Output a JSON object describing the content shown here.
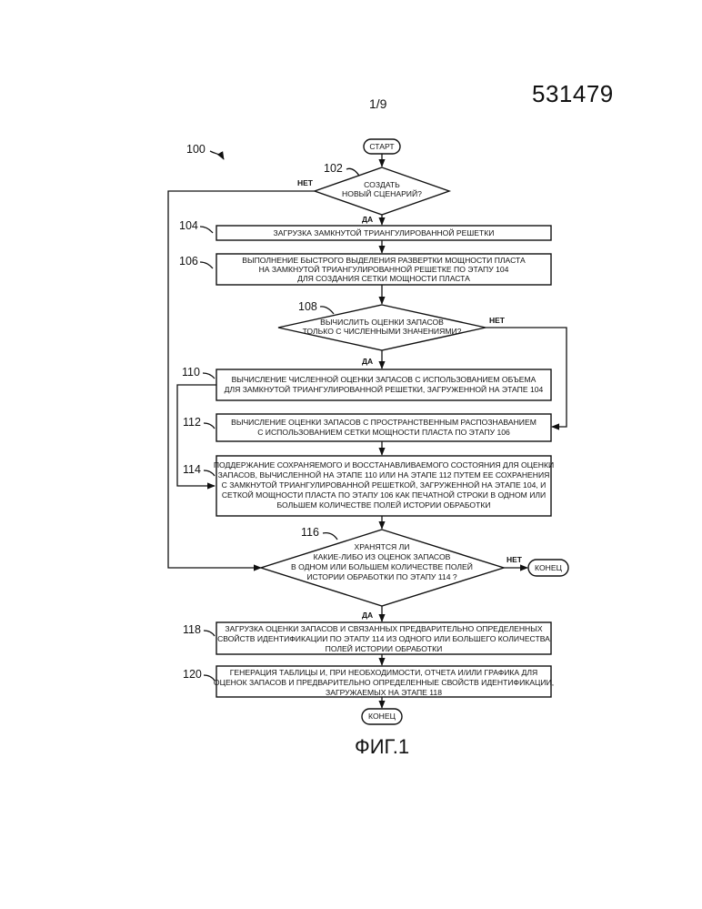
{
  "header": {
    "document_number": "531479",
    "sheet": "1/9"
  },
  "figure": {
    "ref": "100",
    "caption": "ФИГ.1",
    "start": "СТАРТ",
    "end_1": "КОНЕЦ",
    "end_2": "КОНЕЦ",
    "yes": "ДА",
    "no": "НЕТ",
    "steps": {
      "s102": {
        "num": "102",
        "lines": [
          "СОЗДАТЬ",
          "НОВЫЙ СЦЕНАРИЙ?"
        ]
      },
      "s104": {
        "num": "104",
        "lines": [
          "ЗАГРУЗКА ЗАМКНУТОЙ ТРИАНГУЛИРОВАННОЙ РЕШЕТКИ"
        ]
      },
      "s106": {
        "num": "106",
        "lines": [
          "ВЫПОЛНЕНИЕ БЫСТРОГО ВЫДЕЛЕНИЯ РАЗВЕРТКИ МОЩНОСТИ ПЛАСТА",
          "НА ЗАМКНУТОЙ ТРИАНГУЛИРОВАННОЙ РЕШЕТКЕ ПО ЭТАПУ 104",
          "ДЛЯ СОЗДАНИЯ СЕТКИ МОЩНОСТИ ПЛАСТА"
        ]
      },
      "s108": {
        "num": "108",
        "lines": [
          "ВЫЧИСЛИТЬ ОЦЕНКИ ЗАПАСОВ",
          "ТОЛЬКО С ЧИСЛЕННЫМИ ЗНАЧЕНИЯМИ?"
        ]
      },
      "s110": {
        "num": "110",
        "lines": [
          "ВЫЧИСЛЕНИЕ ЧИСЛЕННОЙ ОЦЕНКИ ЗАПАСОВ С ИСПОЛЬЗОВАНИЕМ ОБЪЕМА",
          "ДЛЯ ЗАМКНУТОЙ ТРИАНГУЛИРОВАННОЙ РЕШЕТКИ, ЗАГРУЖЕННОЙ НА ЭТАПЕ 104"
        ]
      },
      "s112": {
        "num": "112",
        "lines": [
          "ВЫЧИСЛЕНИЕ ОЦЕНКИ ЗАПАСОВ С ПРОСТРАНСТВЕННЫМ РАСПОЗНАВАНИЕМ",
          "С ИСПОЛЬЗОВАНИЕМ СЕТКИ МОЩНОСТИ ПЛАСТА ПО ЭТАПУ 106"
        ]
      },
      "s114": {
        "num": "114",
        "lines": [
          "ПОДДЕРЖАНИЕ СОХРАНЯЕМОГО И ВОССТАНАВЛИВАЕМОГО СОСТОЯНИЯ ДЛЯ ОЦЕНКИ",
          "ЗАПАСОВ, ВЫЧИСЛЕННОЙ НА ЭТАПЕ 110 ИЛИ НА ЭТАПЕ 112 ПУТЕМ ЕЕ СОХРАНЕНИЯ",
          "С ЗАМКНУТОЙ ТРИАНГУЛИРОВАННОЙ РЕШЕТКОЙ, ЗАГРУЖЕННОЙ НА ЭТАПЕ 104, И",
          "СЕТКОЙ МОЩНОСТИ ПЛАСТА ПО ЭТАПУ 106 КАК ПЕЧАТНОЙ СТРОКИ В ОДНОМ ИЛИ",
          "БОЛЬШЕМ КОЛИЧЕСТВЕ ПОЛЕЙ ИСТОРИИ ОБРАБОТКИ"
        ]
      },
      "s116": {
        "num": "116",
        "lines": [
          "ХРАНЯТСЯ ЛИ",
          "КАКИЕ-ЛИБО ИЗ ОЦЕНОК ЗАПАСОВ",
          "В ОДНОМ ИЛИ БОЛЬШЕМ КОЛИЧЕСТВЕ ПОЛЕЙ",
          "ИСТОРИИ ОБРАБОТКИ ПО ЭТАПУ 114 ?"
        ]
      },
      "s118": {
        "num": "118",
        "lines": [
          "ЗАГРУЗКА ОЦЕНКИ ЗАПАСОВ И СВЯЗАННЫХ ПРЕДВАРИТЕЛЬНО ОПРЕДЕЛЕННЫХ",
          "СВОЙСТВ ИДЕНТИФИКАЦИИ ПО ЭТАПУ 114 ИЗ ОДНОГО ИЛИ БОЛЬШЕГО КОЛИЧЕСТВА",
          "ПОЛЕЙ ИСТОРИИ ОБРАБОТКИ"
        ]
      },
      "s120": {
        "num": "120",
        "lines": [
          "ГЕНЕРАЦИЯ ТАБЛИЦЫ И, ПРИ НЕОБХОДИМОСТИ, ОТЧЕТА И/ИЛИ ГРАФИКА ДЛЯ",
          "ОЦЕНОК ЗАПАСОВ И ПРЕДВАРИТЕЛЬНО ОПРЕДЕЛЕННЫЕ СВОЙСТВ ИДЕНТИФИКАЦИИ,",
          "ЗАГРУЖАЕМЫХ НА ЭТАПЕ 118"
        ]
      }
    }
  }
}
